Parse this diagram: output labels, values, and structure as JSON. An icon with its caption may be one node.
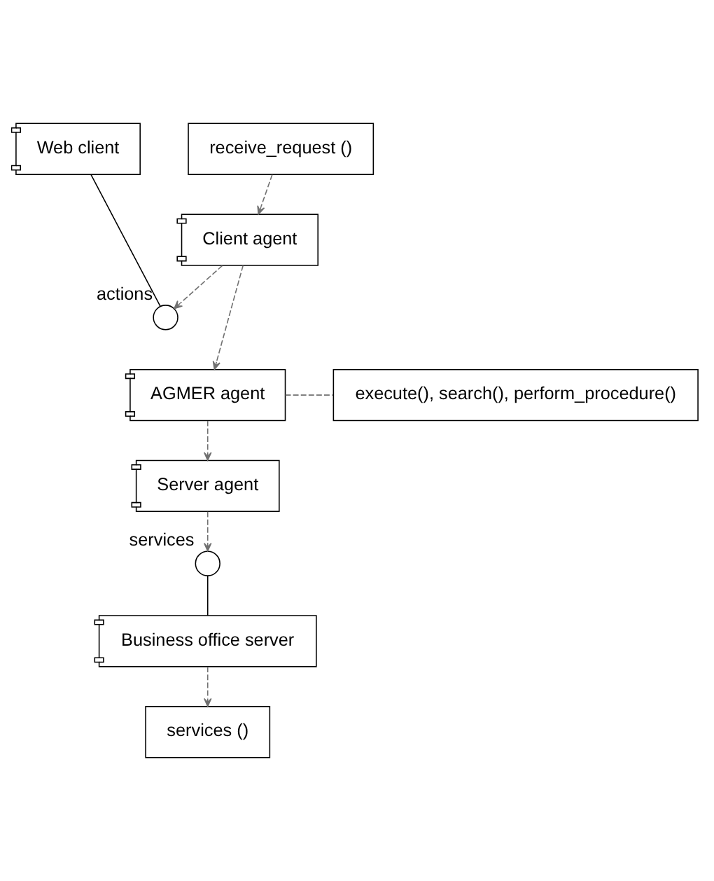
{
  "diagram": {
    "nodes": [
      {
        "text": [
          "receive_request ()"
        ]
      },
      {
        "text": [
          "Web client"
        ]
      },
      {
        "text": [
          "Client agent"
        ]
      },
      {
        "text": [],
        "shape": "circle",
        "beside": [
          "actions"
        ]
      },
      {
        "text": [
          "AGMER agent"
        ]
      },
      {
        "text": [
          "execute(), search(), perform_procedure()"
        ]
      },
      {
        "text": [
          "Server agent"
        ]
      },
      {
        "text": [],
        "shape": "circle",
        "beside": [
          "services"
        ]
      },
      {
        "text": [
          "Business office server"
        ]
      },
      {
        "text": [
          "services ()"
        ]
      }
    ],
    "edges": [
      {
        "from": 0,
        "to": 2,
        "arrow": "to",
        "style": "dashed"
      },
      {
        "from": 1,
        "to": 3,
        "arrow": "none",
        "color": "#000000"
      },
      {
        "from": 2,
        "to": 3,
        "arrow": "to",
        "style": "dashed"
      },
      {
        "from": 2,
        "to": 4,
        "arrow": "to",
        "style": "dashed"
      },
      {
        "from": 4,
        "to": 5,
        "arrow": "none",
        "style": "dashed"
      },
      {
        "from": 4,
        "to": 6,
        "arrow": "to",
        "style": "dashed"
      },
      {
        "from": 6,
        "to": 7,
        "arrow": "to",
        "style": "dashed"
      },
      {
        "from": 7,
        "to": 8,
        "arrow": "none",
        "color": "#000000"
      },
      {
        "from": 8,
        "to": 9,
        "arrow": "to",
        "style": "dashed"
      }
    ]
  }
}
